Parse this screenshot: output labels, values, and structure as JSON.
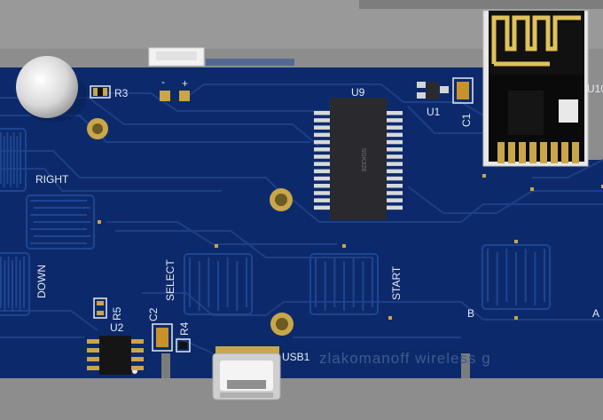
{
  "scene": {
    "colors": {
      "board": "#0c2a6b",
      "board_edge": "#0a2157",
      "trace": "#1d3f86",
      "gold": "#c9a64a",
      "silkscreen": "#e6e9f0",
      "background": "#8d8d8d",
      "chip": "#2a2a2e"
    }
  },
  "labels": {
    "r3": "R3",
    "minus": "-",
    "plus": "+",
    "u9": "U9",
    "u1": "U1",
    "c1": "C1",
    "u10": "U10",
    "right": "RIGHT",
    "down": "DOWN",
    "select": "SELECT",
    "start": "START",
    "b": "B",
    "a": "A",
    "r5": "R5",
    "u2": "U2",
    "c2": "C2",
    "r4": "R4",
    "usb1": "USB1",
    "chip_marking": "SGK326",
    "branding": "zlakomanoff   wireless g"
  }
}
